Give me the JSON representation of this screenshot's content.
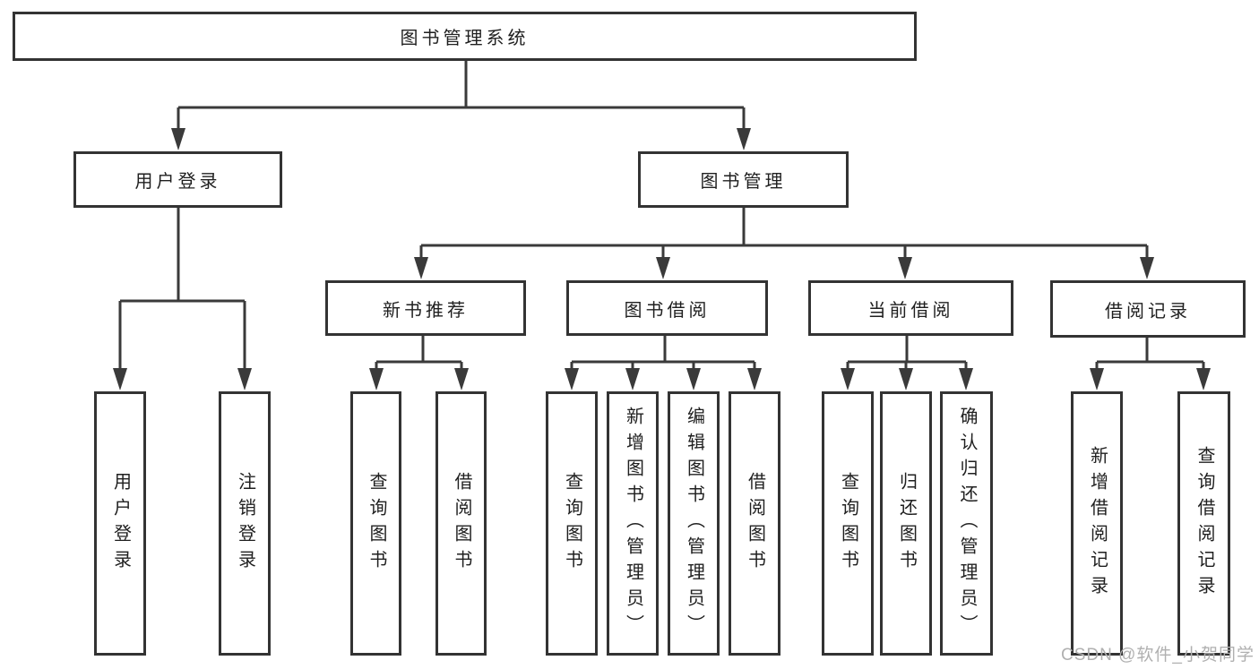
{
  "colors": {
    "line": "#3a3a3a",
    "box-border": "#333333",
    "text": "#1f1f1f",
    "watermark": "#b0b0b0",
    "background": "#ffffff"
  },
  "watermark": {
    "text": "CSDN @软件_小贺同学"
  },
  "tree": {
    "root": {
      "label": "图书管理系统"
    },
    "branches": [
      {
        "label": "用户登录",
        "leaves": [
          {
            "label": "用户登录"
          },
          {
            "label": "注销登录"
          }
        ]
      },
      {
        "label": "图书管理",
        "groups": [
          {
            "label": "新书推荐",
            "leaves": [
              {
                "label": "查询图书"
              },
              {
                "label": "借阅图书"
              }
            ]
          },
          {
            "label": "图书借阅",
            "leaves": [
              {
                "label": "查询图书"
              },
              {
                "label": "新增图书（管理员）"
              },
              {
                "label": "编辑图书（管理员）"
              },
              {
                "label": "借阅图书"
              }
            ]
          },
          {
            "label": "当前借阅",
            "leaves": [
              {
                "label": "查询图书"
              },
              {
                "label": "归还图书"
              },
              {
                "label": "确认归还（管理员）"
              }
            ]
          },
          {
            "label": "借阅记录",
            "leaves": [
              {
                "label": "新增借阅记录"
              },
              {
                "label": "查询借阅记录"
              }
            ]
          }
        ]
      }
    ]
  }
}
